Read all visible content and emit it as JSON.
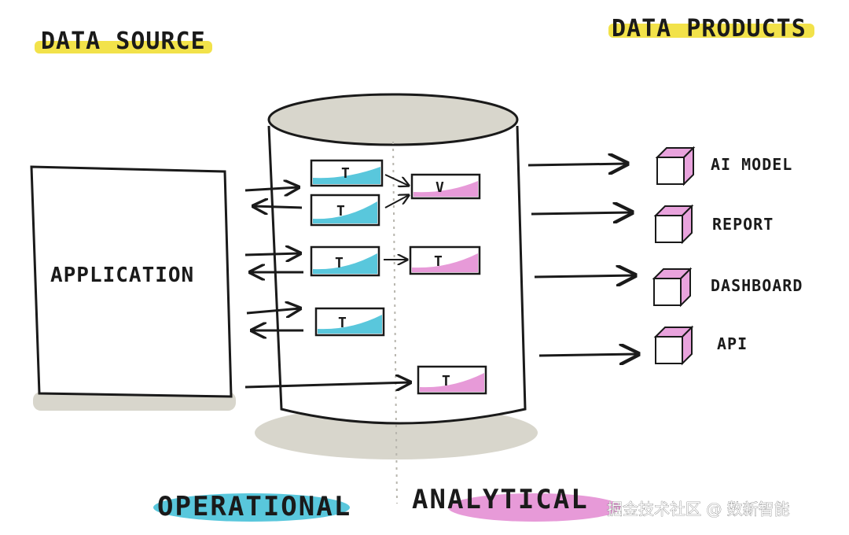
{
  "headings": {
    "source": "DATA SOURCE",
    "products": "DATA PRODUCTS"
  },
  "application_label": "APPLICATION",
  "products": [
    "AI MODEL",
    "REPORT",
    "DASHBOARD",
    "API"
  ],
  "tables": [
    {
      "label": "T",
      "zone": "operational"
    },
    {
      "label": "T",
      "zone": "operational"
    },
    {
      "label": "T",
      "zone": "operational"
    },
    {
      "label": "T",
      "zone": "operational"
    },
    {
      "label": "V",
      "zone": "analytical"
    },
    {
      "label": "T",
      "zone": "analytical"
    },
    {
      "label": "T",
      "zone": "analytical"
    }
  ],
  "footer": {
    "operational": "OPERATIONAL",
    "analytical": "ANALYTICAL"
  },
  "watermark": "掘金技术社区 @ 数新智能",
  "colors": {
    "highlight_yellow": "#f2e24a",
    "operational_blue": "#59c7dc",
    "analytical_pink": "#e79ad8",
    "shadow": "#d8d6cc",
    "cube_pink": "#e9a3dd"
  }
}
